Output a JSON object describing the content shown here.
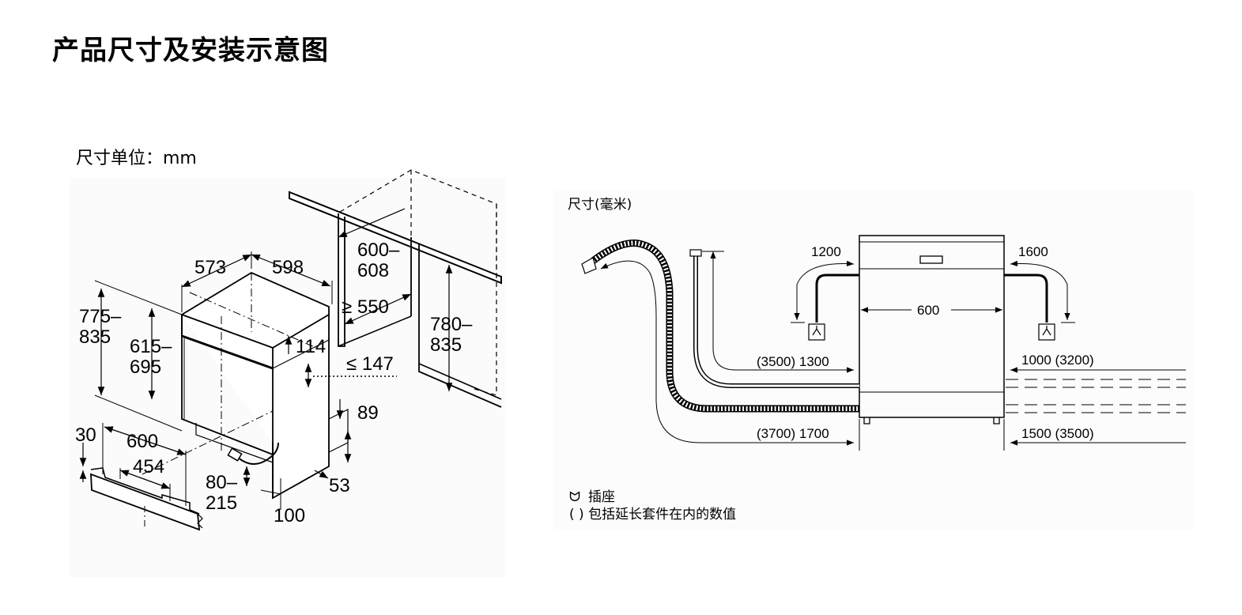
{
  "title": "产品尺寸及安装示意图",
  "unit_label": "尺寸单位：mm",
  "left_diagram": {
    "dims": {
      "d573": "573",
      "d598": "598",
      "d600_608_a": "600–",
      "d600_608_b": "608",
      "d550": "≥ 550",
      "d775_835_a": "775–",
      "d775_835_b": "835",
      "d615_695_a": "615–",
      "d615_695_b": "695",
      "d780_835_a": "780–",
      "d780_835_b": "835",
      "d114": "114",
      "d147": "≤ 147",
      "d89": "89",
      "d30": "30",
      "d600": "600",
      "d454": "454",
      "d80_215_a": "80–",
      "d80_215_b": "215",
      "d53": "53",
      "d100": "100"
    }
  },
  "right_diagram": {
    "title": "尺寸(毫米)",
    "dims": {
      "d1200": "1200",
      "d1600": "1600",
      "d600": "600",
      "hose_left_top": "(3500) 1300",
      "hose_right_top": "1000 (3200)",
      "hose_left_bottom": "(3700) 1700",
      "hose_right_bottom": "1500 (3500)"
    },
    "legend": {
      "socket_symbol": "ᗢ",
      "socket": "插座",
      "note": "( ) 包括延长套件在内的数值"
    }
  }
}
